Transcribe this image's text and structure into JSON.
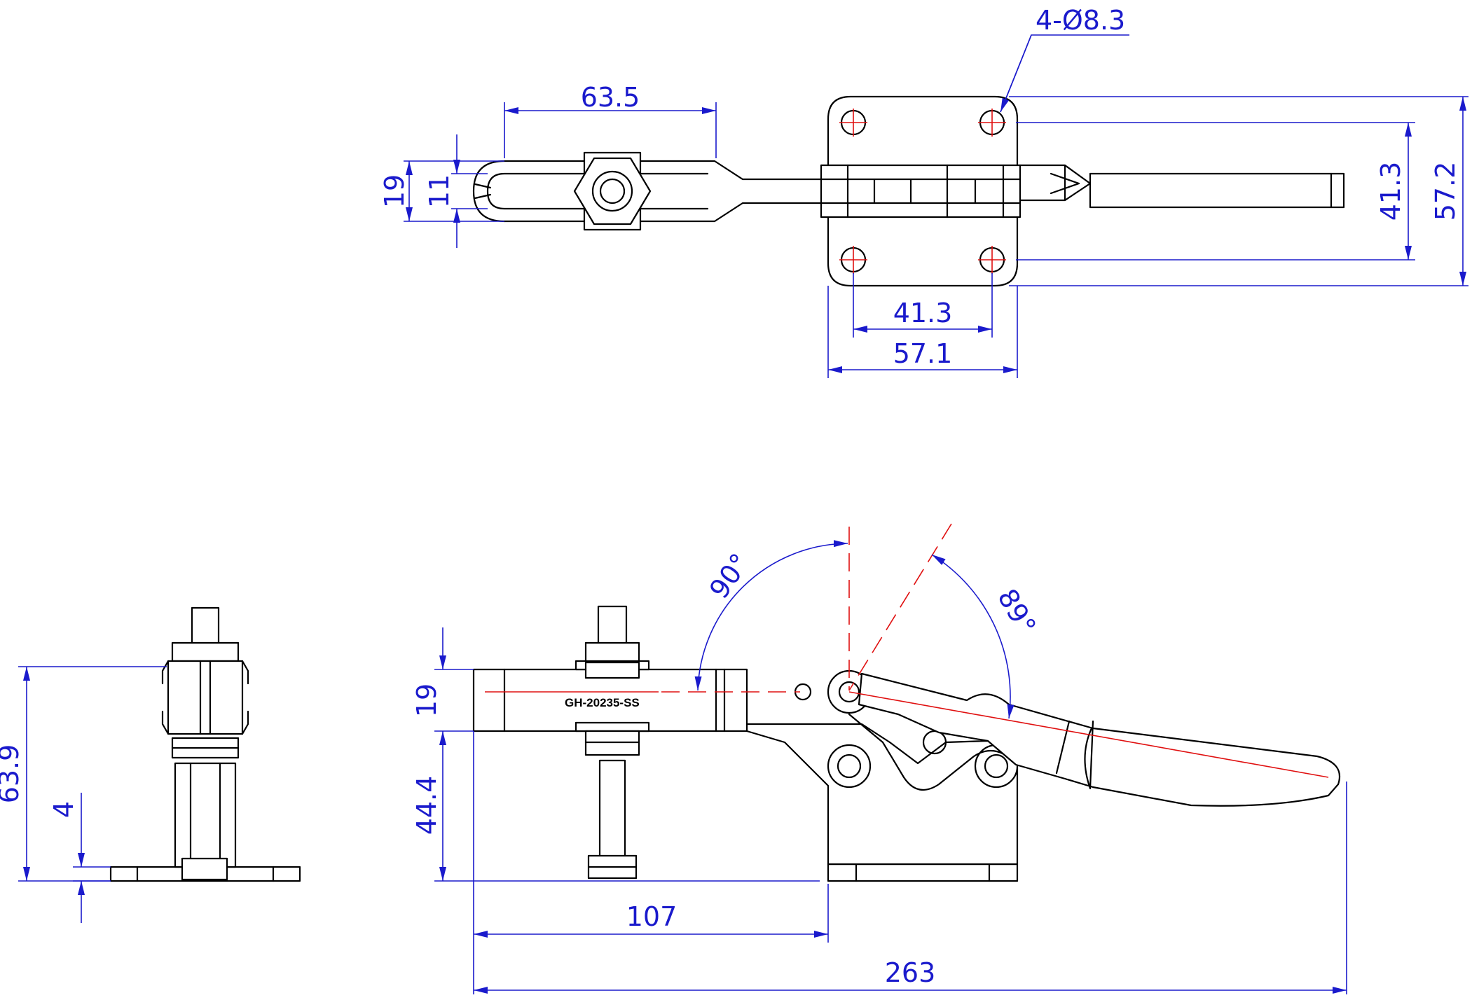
{
  "model": "GH-20235-SS",
  "colors": {
    "outline": "#000000",
    "dimension": "#1a1acc",
    "centerline": "#e01010",
    "background": "#ffffff"
  },
  "dimensions": {
    "top_view": {
      "hole_callout": "4-Ø8.3",
      "bar_length": "63.5",
      "slot_outer_width": "19",
      "slot_inner_width": "11",
      "hole_spacing_vertical": "41.3",
      "base_width_vertical": "57.2",
      "hole_spacing_horizontal": "41.3",
      "base_width_horizontal": "57.1"
    },
    "side_view": {
      "bar_height": "19",
      "height_below_bar": "44.4",
      "handle_open_angle": "90°",
      "opening_angle": "89°",
      "bar_to_pivot": "107",
      "overall_length": "263"
    },
    "end_view": {
      "total_height": "63.9",
      "base_thickness": "4"
    }
  }
}
